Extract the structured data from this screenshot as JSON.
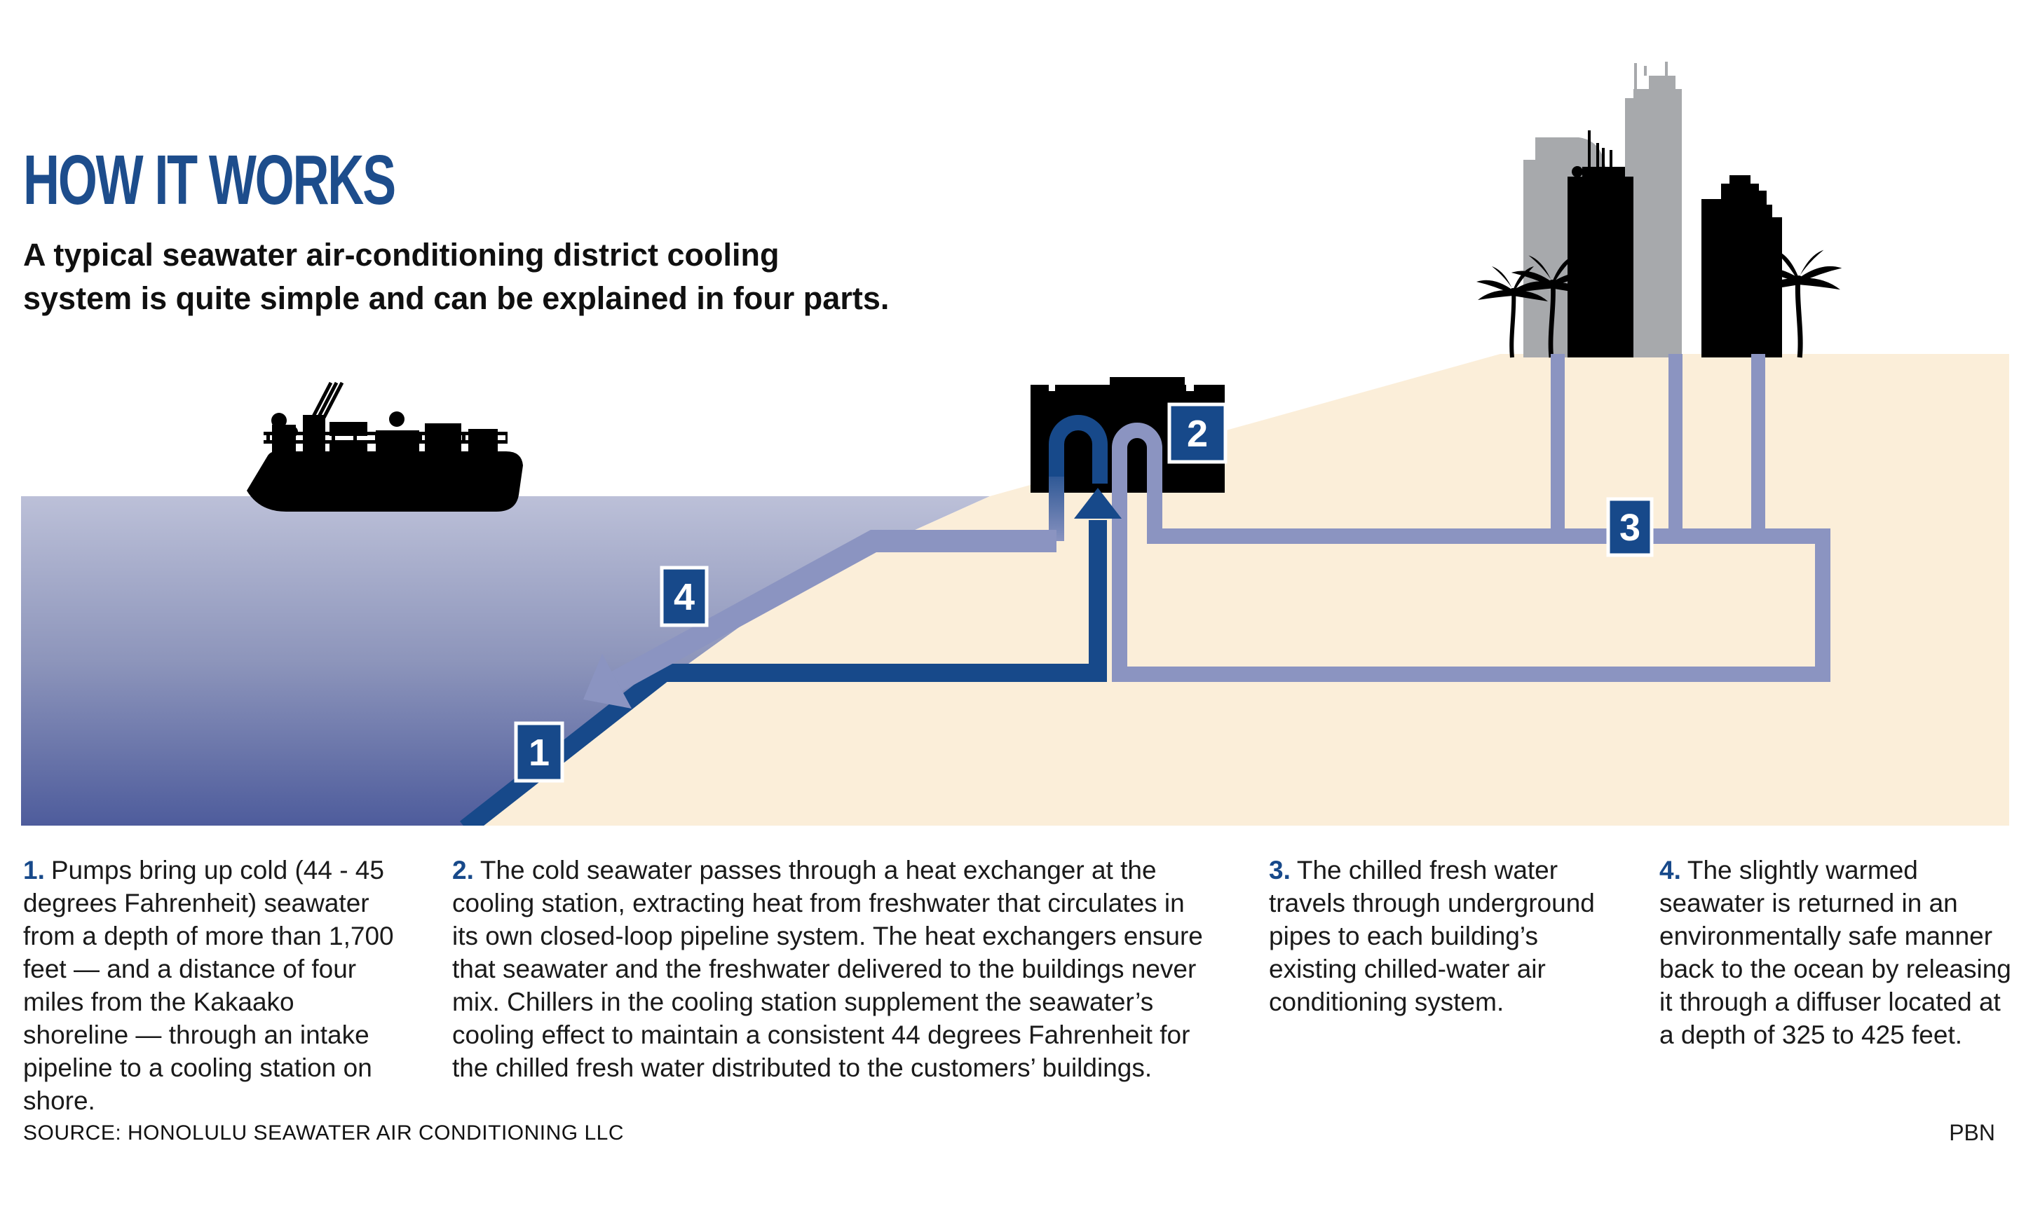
{
  "header": {
    "title": "HOW IT WORKS",
    "subtitle_lines": [
      "A typical seawater air-conditioning district cooling",
      "system is quite simple and can be explained in four parts."
    ]
  },
  "steps": [
    {
      "marker": "1",
      "prefix": "1.",
      "text": "Pumps bring up cold (44 - 45 degrees Fahrenheit) seawater from a depth of more than 1,700 feet — and a distance of four miles from the Kakaako shoreline — through an intake pipeline to a cooling station on shore."
    },
    {
      "marker": "2",
      "prefix": "2.",
      "text": "The cold seawater passes through a heat exchanger at the cooling station, extracting heat from freshwater that circulates in its own closed-loop pipeline system. The heat exchangers ensure that seawater and the freshwater delivered to the buildings never mix. Chillers in the cooling station supplement the seawater’s cooling effect to maintain a consistent 44 degrees Fahrenheit for the chilled fresh water distributed to the customers’ buildings."
    },
    {
      "marker": "3",
      "prefix": "3.",
      "text": "The chilled fresh water travels through underground pipes to each building’s existing chilled-water air conditioning system."
    },
    {
      "marker": "4",
      "prefix": "4.",
      "text": "The slightly warmed seawater is returned in an environmentally safe manner back to the ocean by releasing it through a diffuser located at a depth of 325 to 425 feet."
    }
  ],
  "footer": {
    "source": "SOURCE: HONOLULU SEAWATER AIR CONDITIONING LLC",
    "credit": "PBN"
  },
  "colors": {
    "navy": "#17498a",
    "title_navy": "#1d4d8c",
    "lavender": "#8b94c1",
    "sea_top": "#bcc0d8",
    "sea_mid": "#8d95bb",
    "sea_bottom": "#4e5c9c",
    "sand": "#fbeed9",
    "building_gray": "#a7a9ac",
    "silhouette_black": "#000000"
  }
}
